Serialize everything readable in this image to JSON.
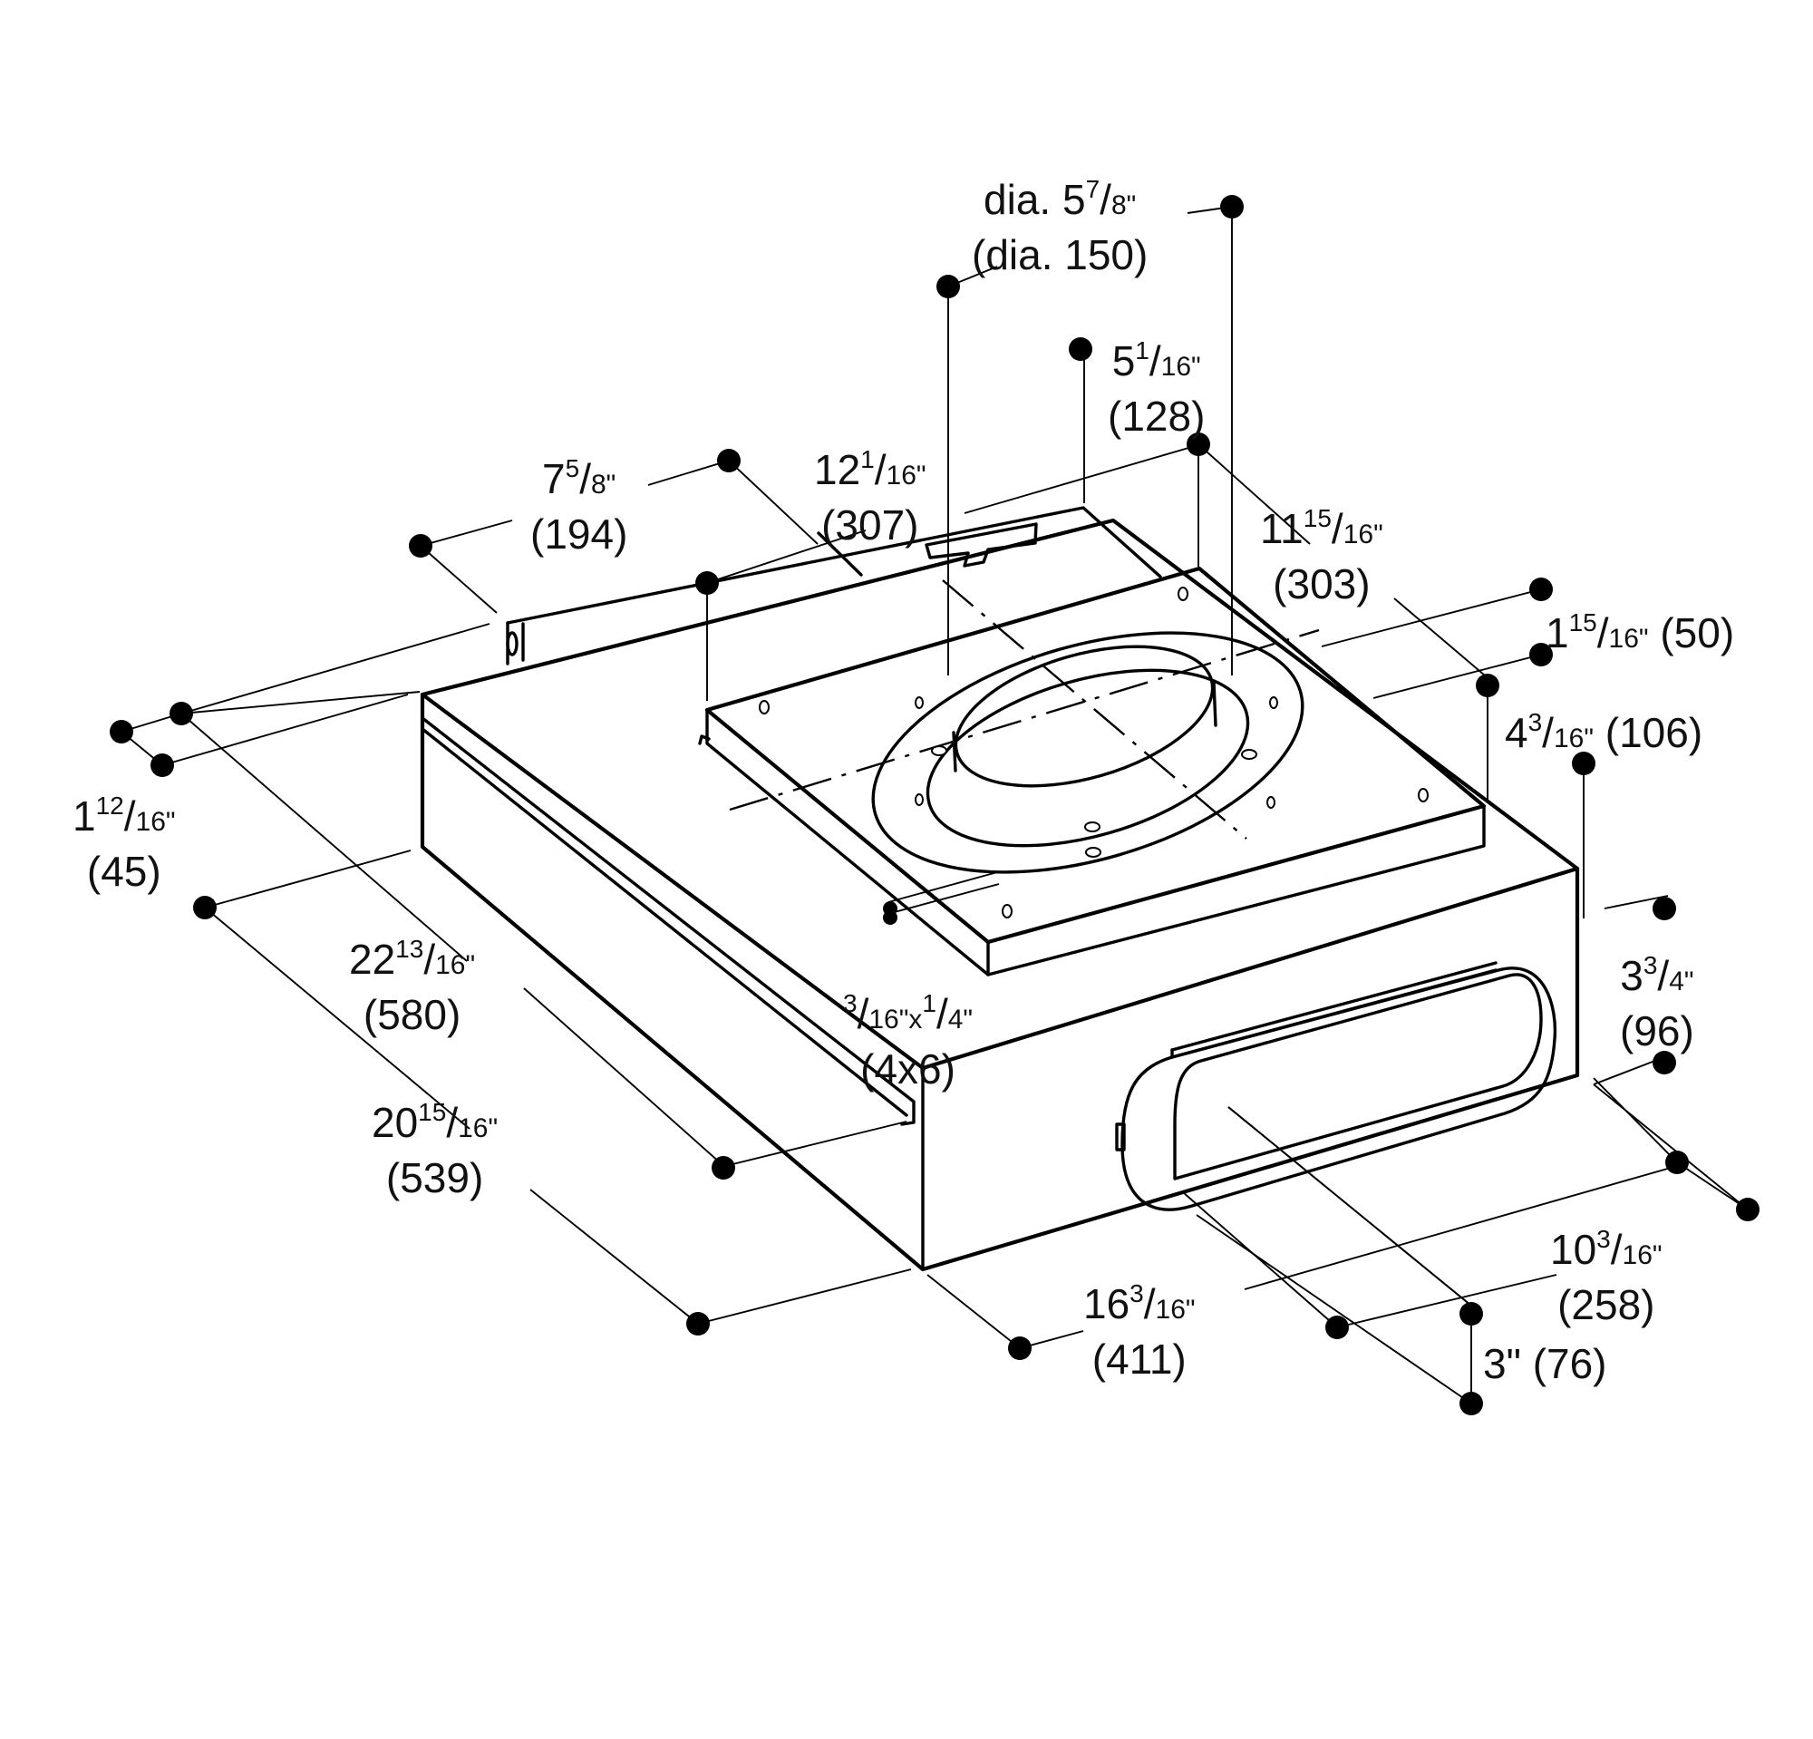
{
  "dimensions": {
    "duct_dia": {
      "line1_pre": "dia. 5",
      "line1_num": "7",
      "line1_den": "8\"",
      "line2": "(dia. 150)"
    },
    "outlet_off": {
      "whole": "5",
      "num": "1",
      "den": "16\"",
      "metric": "(128)"
    },
    "ext_depth": {
      "whole": "7",
      "num": "5",
      "den": "8\"",
      "metric": "(194)"
    },
    "plate_width": {
      "whole": "12",
      "num": "1",
      "den": "16\"",
      "metric": "(307)"
    },
    "plate_depth": {
      "whole": "11",
      "num": "15",
      "den": "16\"",
      "metric": "(303)"
    },
    "plate_height": {
      "whole": "1",
      "num": "15",
      "den": "16\"",
      "metric": "(50)"
    },
    "step_height": {
      "whole": "4",
      "num": "3",
      "den": "16\"",
      "metric": "(106)"
    },
    "lip_height": {
      "whole": "1",
      "num": "12",
      "den": "16\"",
      "metric": "(45)"
    },
    "total_depth": {
      "whole": "22",
      "num": "13",
      "den": "16\"",
      "metric": "(580)"
    },
    "body_depth": {
      "whole": "20",
      "num": "15",
      "den": "16\"",
      "metric": "(539)"
    },
    "front_height": {
      "whole": "3",
      "num": "3",
      "den": "4\"",
      "metric": "(96)"
    },
    "holes": {
      "a_num": "3",
      "a_den": "16\"x",
      "b_num": "1",
      "b_den": "4\"",
      "metric": "(4x6)"
    },
    "body_width": {
      "whole": "16",
      "num": "3",
      "den": "16\"",
      "metric": "(411)"
    },
    "rect_width": {
      "whole": "10",
      "num": "3",
      "den": "16\"",
      "metric": "(258)"
    },
    "rect_height": {
      "text": "3\" (76)"
    }
  }
}
